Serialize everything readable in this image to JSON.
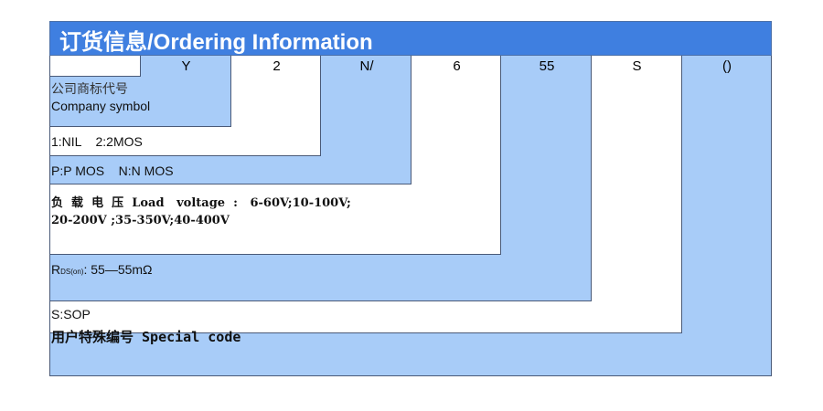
{
  "title": "订货信息/Ordering Information",
  "codes": [
    "",
    "Y",
    "2",
    "N/",
    "6",
    "55",
    "S",
    "()"
  ],
  "rows": {
    "company_symbol_cn": "公司商标代号",
    "company_symbol_en": "Company symbol",
    "mos_count": "1:NIL    2:2MOS",
    "mos_type": "P:P MOS    N:N MOS",
    "load_voltage_line1": "负  载  电  压  Load   voltage  :   6-60V;10-100V;",
    "load_voltage_line2": "20-200V ;35-350V;40-400V",
    "rds_prefix": "R",
    "rds_sub": "DS(on)",
    "rds_value": ": 55—55mΩ",
    "package": "S:SOP",
    "special_code": "用户特殊编号 Special code"
  },
  "colors": {
    "title_bg": "#3f7fe0",
    "cell_blue": "#a8ccf8",
    "white": "#ffffff",
    "border": "#4a5a78"
  }
}
